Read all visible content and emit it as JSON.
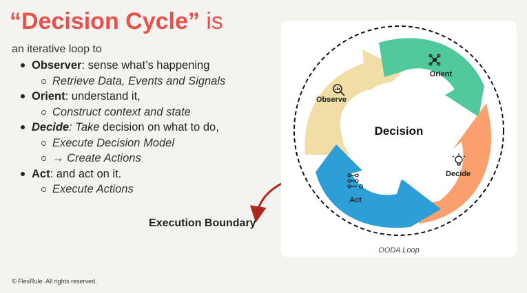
{
  "title": {
    "highlight": "“Decision Cycle”",
    "rest": " is"
  },
  "intro": "an iterative loop to",
  "steps": [
    {
      "bold": "Observer",
      "text": ": sense what’s happening",
      "sub": [
        "Retrieve Data, Events and Signals"
      ]
    },
    {
      "bold": "Orient",
      "text": ": understand it,",
      "sub": [
        "Construct context and state"
      ]
    },
    {
      "bold": "Decide",
      "italic": ": Take",
      "text": " decision on what to do,",
      "sub": [
        "Execute Decision Model",
        "→ Create Actions"
      ]
    },
    {
      "bold": "Act",
      "text": ": and act on it.",
      "sub": [
        "Execute Actions"
      ]
    }
  ],
  "execution_boundary": "Execution Boundary",
  "diagram": {
    "center_label": "Decision",
    "observe_label": "Observe",
    "orient_label": "Orient",
    "decide_label": "Decide",
    "act_label": "Act",
    "caption": "OODA Loop",
    "colors": {
      "observe": "#f0dea6",
      "orient": "#4fc99a",
      "decide": "#f9a06e",
      "act": "#2e9fd6",
      "title_accent": "#e8504c",
      "boundary_arrow": "#b0271f"
    },
    "icons": {
      "observe": "magnifier-chart-icon",
      "orient": "network-icon",
      "decide": "lightbulb-icon",
      "act": "workflow-icon"
    }
  },
  "copyright": "© FlexRule. All rights reserved."
}
